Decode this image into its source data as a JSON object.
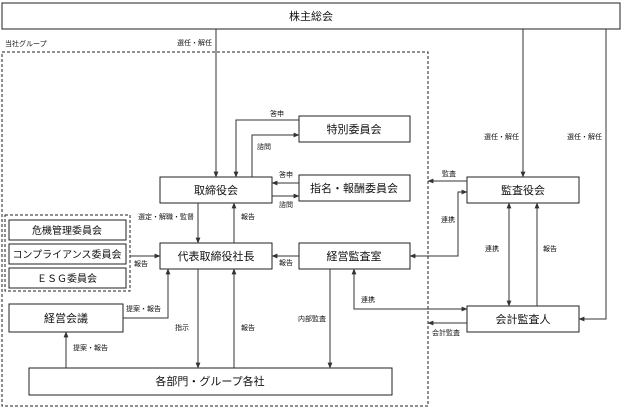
{
  "boxes": {
    "shareholders": "株主総会",
    "board": "取締役会",
    "special_committee": "特別委員会",
    "nomination_committee": "指名・報酬委員会",
    "audit_board": "監査役会",
    "risk_committee": "危機管理委員会",
    "compliance_committee": "コンプライアンス委員会",
    "esg_committee": "ＥＳＧ委員会",
    "president": "代表取締役社長",
    "internal_audit": "経営監査室",
    "accounting_auditor": "会計監査人",
    "management_meeting": "経営会議",
    "departments": "各部門・グループ各社"
  },
  "group_label": "当社グループ",
  "labels": {
    "elect_dismiss_board": "選任・解任",
    "elect_dismiss_audit": "選任・解任",
    "elect_dismiss_auditor": "選任・解任",
    "answer_special": "答申",
    "consult_special": "諮問",
    "answer_nomination": "答申",
    "consult_nomination": "諮問",
    "audit": "監査",
    "select_supervise": "選定・解職・監督",
    "report_pres_board": "報告",
    "report_committees": "報告",
    "report_internal": "報告",
    "cooperation_audit": "連携",
    "cooperation_internal_auditor": "連携",
    "cooperation_audit_auditor": "連携",
    "report_auditor_audit": "報告",
    "proposal_report_mgmt": "提案・報告",
    "proposal_report_dept": "提案・報告",
    "instruct": "指示",
    "report_dept": "報告",
    "internal_audit_label": "内部監査",
    "accounting_audit": "会計監査"
  }
}
